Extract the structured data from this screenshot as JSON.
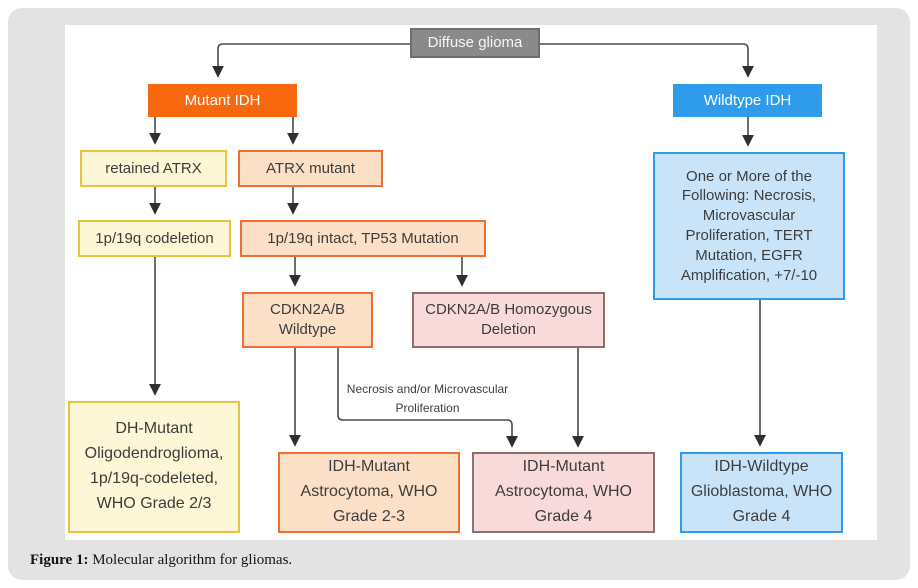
{
  "nodes": {
    "diffuse_glioma": "Diffuse glioma",
    "mutant_idh": "Mutant IDH",
    "wildtype_idh": "Wildtype IDH",
    "retained_atrx": "retained ATRX",
    "atrx_mutant": "ATRX mutant",
    "codeletion": "1p/19q codeletion",
    "intact_tp53": "1p/19q intact, TP53 Mutation",
    "cdkn2ab_wildtype": "CDKN2A/B Wildtype",
    "cdkn2ab_deletion": "CDKN2A/B Homozygous Deletion",
    "wildtype_criteria": "One or More of the Following: Necrosis, Microvascular Proliferation, TERT Mutation, EGFR Amplification, +7/-10",
    "oligodendroglioma": "DH-Mutant Oligodendroglioma, 1p/19q-codeleted, WHO Grade 2/3",
    "astrocytoma_grade23": "IDH-Mutant Astrocytoma, WHO Grade 2-3",
    "astrocytoma_grade4": "IDH-Mutant Astrocytoma, WHO Grade 4",
    "glioblastoma": "IDH-Wildtype Glioblastoma, WHO Grade 4"
  },
  "edge_labels": {
    "necrosis": "Necrosis and/or Microvascular Proliferation"
  },
  "caption": {
    "label": "Figure 1:",
    "text": " Molecular algorithm for gliomas."
  },
  "colors": {
    "orange": "#f8690f",
    "blue": "#2e9cea",
    "yellow_fill": "#fdf6d7",
    "yellow_border": "#e7c43f",
    "peach_fill": "#fbdfc7",
    "peach_border": "#ee7030",
    "pink_fill": "#f8dada",
    "pink_border": "#8d6f6f",
    "lightblue_fill": "#c9e4f9",
    "gray_fill": "#8a8a8a",
    "arrow": "#4a4a4a"
  }
}
